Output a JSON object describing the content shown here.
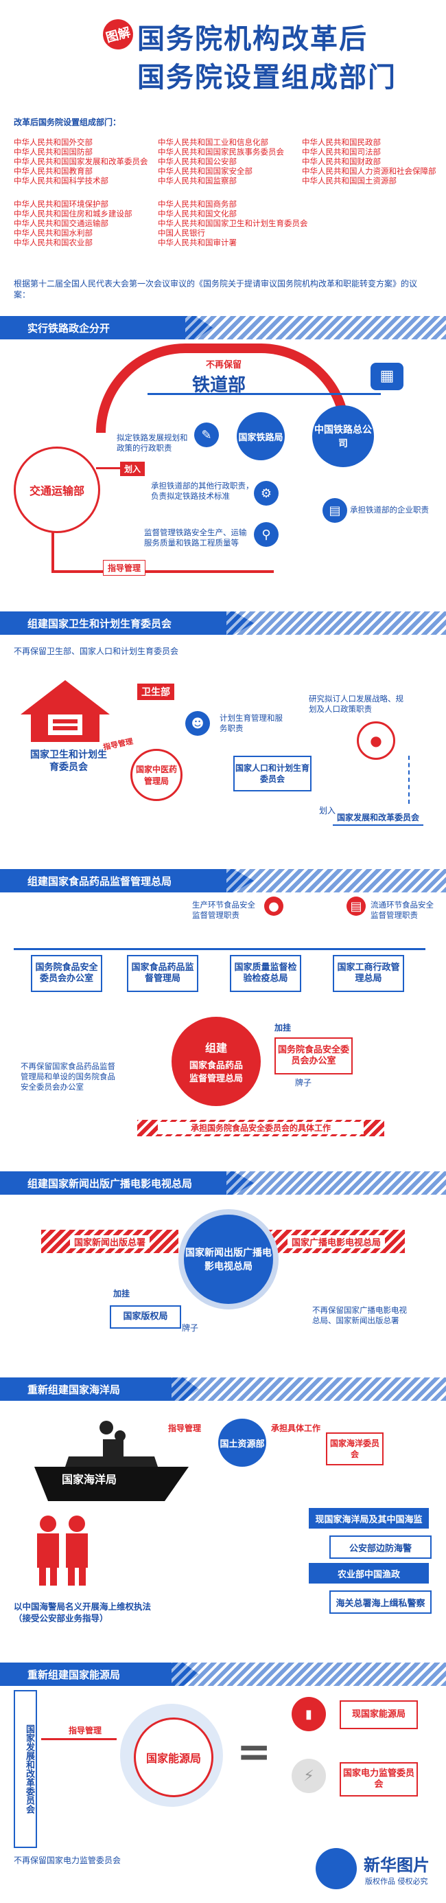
{
  "header": {
    "badge": "图解",
    "title_line1": "国务院机构改革后",
    "title_line2": "国务院设置组成部门"
  },
  "intro": {
    "heading": "改革后国务院设置组成部门：",
    "col1": [
      "中华人民共和国外交部",
      "中华人民共和国国防部",
      "中华人民共和国国家发展和改革委员会",
      "中华人民共和国教育部",
      "中华人民共和国科学技术部"
    ],
    "col2": [
      "中华人民共和国工业和信息化部",
      "中华人民共和国国家民族事务委员会",
      "中华人民共和国公安部",
      "中华人民共和国国家安全部",
      "中华人民共和国监察部"
    ],
    "col3": [
      "中华人民共和国民政部",
      "中华人民共和国司法部",
      "中华人民共和国财政部",
      "中华人民共和国人力资源和社会保障部",
      "中华人民共和国国土资源部"
    ],
    "col4": [
      "中华人民共和国环境保护部",
      "中华人民共和国住房和城乡建设部",
      "中华人民共和国交通运输部",
      "中华人民共和国水利部",
      "中华人民共和国农业部"
    ],
    "col5": [
      "中华人民共和国商务部",
      "中华人民共和国文化部",
      "中华人民共和国国家卫生和计划生育委员会",
      "中国人民银行",
      "中华人民共和国审计署"
    ],
    "basis": "根据第十二届全国人民代表大会第一次会议审议的《国务院关于提请审议国务院机构改革和职能转变方案》的议案："
  },
  "section1": {
    "banner": "实行铁路政企分开",
    "removed": "不再保留",
    "railway": "铁道部",
    "national_railway_bureau": "国家铁路局",
    "railway_corp": "中国铁路总公司",
    "transport_ministry": "交通运输部",
    "transfer_in": "划入",
    "managed_by": "指导管理",
    "note1": "拟定铁路发展规划和政策的行政职责",
    "note2": "承担铁道部的其他行政职责，负责拟定铁路技术标准",
    "note3": "监督管理铁路安全生产、运输服务质量和铁路工程质量等",
    "note4": "承担铁道部的企业职责"
  },
  "section2": {
    "banner": "组建国家卫生和计划生育委员会",
    "removed": "不再保留卫生部、国家人口和计划生育委员会",
    "health_ministry": "卫生部",
    "commission": "国家卫生和计划生育委员会",
    "family_duty": "计划生育管理和服务职责",
    "tcm_manage": "指导管理",
    "tcm": "国家中医药管理局",
    "population_note": "研究拟订人口发展战略、规划及人口政策职责",
    "population_commission": "国家人口和计划生育委员会",
    "transfer": "划入",
    "ndrc": "国家发展和改革委员会"
  },
  "section3": {
    "banner": "组建国家食品药品监督管理总局",
    "box1": "国务院食品安全委员会办公室",
    "box2": "国家食品药品监督管理局",
    "box3": "国家质量监督检验检疫总局",
    "box4": "国家工商行政管理总局",
    "note_a": "生产环节食品安全监督管理职责",
    "note_b": "流通环节食品安全监督管理职责",
    "formed": "组建",
    "general_admin": "国家食品药品监督管理总局",
    "add": "加挂",
    "office": "国务院食品安全委员会办公室",
    "plaque": "牌子",
    "removed_note": "不再保留国家食品药品监督管理局和单设的国务院食品安全委员会办公室",
    "bottom_ribbon": "承担国务院食品安全委员会的具体工作"
  },
  "section4": {
    "banner": "组建国家新闻出版广播电影电视总局",
    "left": "国家新闻出版总署",
    "right": "国家广播电影电视总局",
    "center": "国家新闻出版广播电影电视总局",
    "add": "加挂",
    "copyright": "国家版权局",
    "plaque": "牌子",
    "removed": "不再保留国家广播电影电视总局、国家新闻出版总署"
  },
  "section5": {
    "banner": "重新组建国家海洋局",
    "ocean_bureau": "国家海洋局",
    "managed_by": "指导管理",
    "land_ministry": "国土资源部",
    "duty": "承担具体工作",
    "ocean_committee": "国家海洋委员会",
    "items": [
      "现国家海洋局及其中国海监",
      "公安部边防海警",
      "农业部中国渔政",
      "海关总署海上缉私警察"
    ],
    "law_note": "以中国海警局名义开展海上维权执法（接受公安部业务指导）"
  },
  "section6": {
    "banner": "重新组建国家能源局",
    "ndrc": "国家发展和改革委员会",
    "managed_by": "指导管理",
    "energy_bureau": "国家能源局",
    "equals": "=",
    "current_energy": "现国家能源局",
    "electricity": "国家电力监管委员会",
    "removed": "不再保留国家电力监管委员会"
  },
  "footer": {
    "brand": "新华图片",
    "sub": "版权作品 侵权必究"
  },
  "colors": {
    "blue": "#1d5fc8",
    "red": "#e0262b"
  }
}
